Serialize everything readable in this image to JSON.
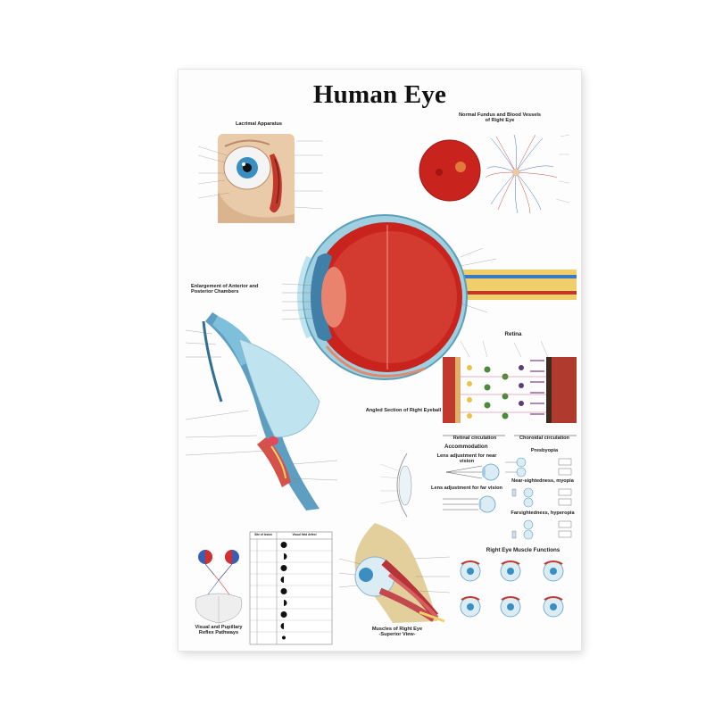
{
  "poster": {
    "title": "Human Eye",
    "captions": {
      "lacrimal": "Lacrimal Apparatus",
      "fundus_l1": "Normal Fundus and Blood Vessels",
      "fundus_l2": "of Right Eye",
      "enlargement_l1": "Enlargement of Anterior and",
      "enlargement_l2": "Posterior Chambers",
      "eyeball": "Angled Section of Right Eyeball",
      "retina": "Retina",
      "retinal_circ": "Retinal circulation",
      "choroidal_circ": "Choroidal circulation",
      "accommodation": "Accommodation",
      "near_adj": "Lens adjustment for near vision",
      "far_adj": "Lens adjustment for far vision",
      "presbyopia": "Presbyopia",
      "nearsighted": "Near-sightedness, myopia",
      "farsighted": "Farsightedness, hyperopia",
      "muscle_fn": "Right Eye Muscle Functions",
      "pupillary_l1": "Visual and Pupillary",
      "pupillary_l2": "Reflex Pathways",
      "muscles_l1": "Muscles of Right Eye",
      "muscles_l2": "-Superior View-",
      "table_col1": "Site of lesion",
      "table_col2": "Visual field defect"
    }
  },
  "colors": {
    "eye_red": "#c8231c",
    "sclera_blue": "#8cc7dc",
    "nerve_yellow": "#f0cf6a",
    "muscle_red": "#b8323a",
    "bone_tan": "#e3cf9c",
    "skin": "#e8c8a6"
  }
}
